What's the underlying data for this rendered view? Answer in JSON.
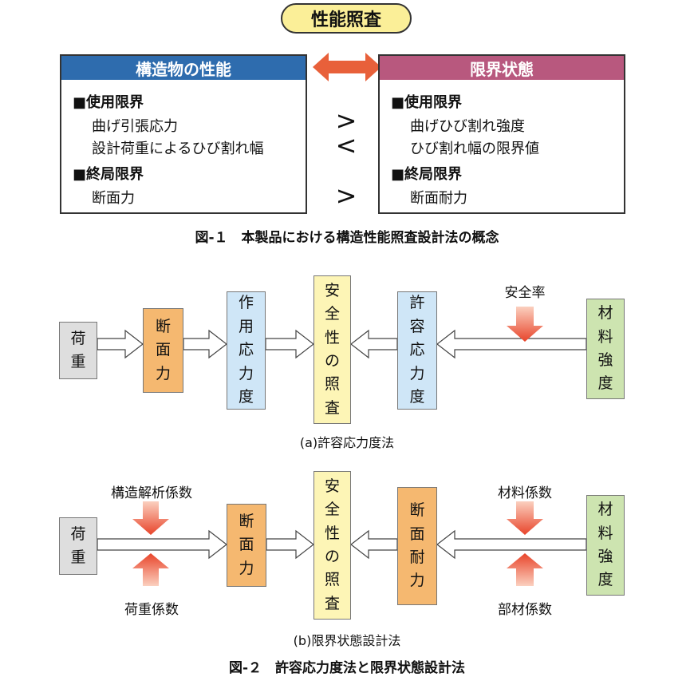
{
  "fig1": {
    "pill_label": "性能照査",
    "left": {
      "title": "構造物の性能",
      "sections": [
        {
          "heading": "■使用限界",
          "items": [
            "曲げ引張応力",
            "設計荷重によるひび割れ幅"
          ]
        },
        {
          "heading": "■終局限界",
          "items": [
            "断面力"
          ]
        }
      ]
    },
    "right": {
      "title": "限界状態",
      "sections": [
        {
          "heading": "■使用限界",
          "items": [
            "曲げひび割れ強度",
            "ひび割れ幅の限界値"
          ]
        },
        {
          "heading": "■終局限界",
          "items": [
            "断面耐力"
          ]
        }
      ]
    },
    "comparators": [
      ">",
      "<",
      ">"
    ],
    "caption": "図-１　本製品における構造性能照査設計法の概念"
  },
  "fig2a": {
    "load": "荷重",
    "section_force": "断面力",
    "acting_stress": "作用応力度",
    "safety_check": "安全性の照査",
    "allowable_stress": "許容応力度",
    "material_strength": "材料強度",
    "safety_factor_label": "安全率",
    "caption": "(a)許容応力度法"
  },
  "fig2b": {
    "structural_analysis_factor": "構造解析係数",
    "load_factor": "荷重係数",
    "load": "荷重",
    "section_force": "断面力",
    "safety_check": "安全性の照査",
    "section_capacity": "断面耐力",
    "material_strength": "材料強度",
    "material_factor": "材料係数",
    "member_factor": "部材係数",
    "caption": "(b)限界状態設計法"
  },
  "fig2_caption": "図-２　許容応力度法と限界状態設計法",
  "colors": {
    "pill": "#fbef98",
    "left_head": "#2e6cae",
    "right_head": "#b8587e",
    "double_arrow": "#e8603a",
    "gray_box": "#dedede",
    "orange_box": "#f5b870",
    "blue_box": "#cfe6f7",
    "yellow_box": "#fdf5b6",
    "green_box": "#cde4b0",
    "red_arrow": "#e8442a"
  }
}
